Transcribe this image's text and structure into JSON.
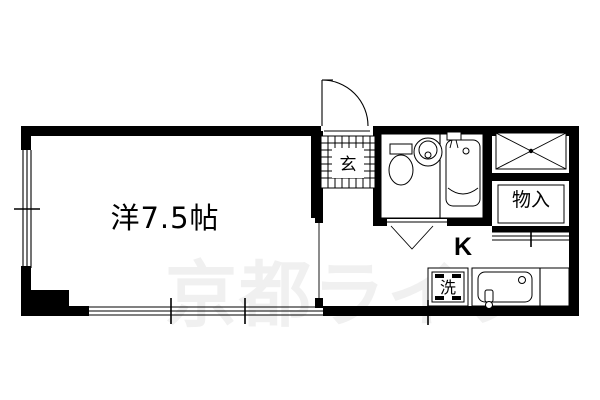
{
  "document": {
    "type": "floor-plan",
    "title": "Japanese apartment floor plan (1K)",
    "background_color": "#ffffff",
    "line_color": "#000000",
    "watermark_color": "#f0f0f0"
  },
  "watermark": {
    "text": "京都ライフ"
  },
  "rooms": [
    {
      "id": "main-room",
      "label": "洋7.5帖",
      "meaning": "Western-style room 7.5 tatami"
    },
    {
      "id": "entrance",
      "label": "玄",
      "meaning": "Genkan / entrance"
    },
    {
      "id": "kitchen",
      "label": "K",
      "meaning": "Kitchen"
    },
    {
      "id": "closet",
      "label": "物入",
      "meaning": "Storage closet"
    },
    {
      "id": "washer-space",
      "label": "洗",
      "meaning": "Washing machine space"
    }
  ],
  "fixtures": [
    {
      "id": "toilet",
      "name": "toilet"
    },
    {
      "id": "wash-basin",
      "name": "round-wash-basin"
    },
    {
      "id": "bathtub",
      "name": "bathtub"
    },
    {
      "id": "bath-faucet",
      "name": "bathtub-faucet"
    },
    {
      "id": "kitchen-sink",
      "name": "kitchen-sink"
    },
    {
      "id": "kitchen-faucet",
      "name": "kitchen-faucet"
    },
    {
      "id": "entrance-door",
      "name": "entrance-swing-door"
    },
    {
      "id": "bath-door",
      "name": "bathroom-folding-door"
    },
    {
      "id": "left-window",
      "name": "left-wall-window"
    },
    {
      "id": "bottom-window",
      "name": "bottom-sliding-window"
    },
    {
      "id": "closet-upper",
      "name": "closet-upper-shelf"
    }
  ]
}
